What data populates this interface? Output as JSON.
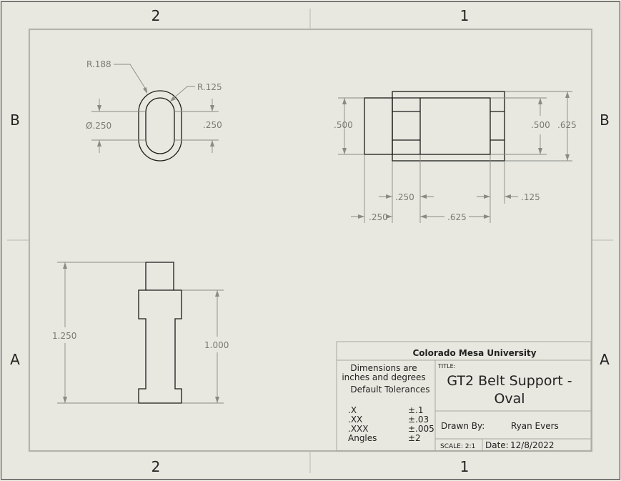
{
  "zones": {
    "top": [
      "2",
      "1"
    ],
    "bottom": [
      "2",
      "1"
    ],
    "left": [
      "B",
      "A"
    ],
    "right": [
      "B",
      "A"
    ]
  },
  "dimensions": {
    "top_view": {
      "outer_radius": "R.188",
      "inner_radius": "R.125",
      "diameter": "Ø.250",
      "height": ".250"
    },
    "side_view": {
      "left_height": ".500",
      "inner_height": ".500",
      "outer_height": ".625",
      "step_width": ".250",
      "small_width": ".125",
      "end_width": ".250",
      "middle_width": ".625"
    },
    "front_view": {
      "overall_height": "1.250",
      "body_height": "1.000"
    }
  },
  "title_block": {
    "organization": "Colorado Mesa University",
    "units_line1": "Dimensions are",
    "units_line2": "inches and degrees",
    "tolerance_heading": "Default Tolerances",
    "tolerances": [
      {
        "label": ".X",
        "value": "±.1"
      },
      {
        "label": ".XX",
        "value": "±.03"
      },
      {
        "label": ".XXX",
        "value": "±.005"
      },
      {
        "label": "Angles",
        "value": "±2"
      }
    ],
    "title_label": "TITLE:",
    "title_line1": "GT2 Belt Support -",
    "title_line2": "Oval",
    "drawn_by_label": "Drawn By:",
    "drawn_by": "Ryan Evers",
    "scale": "SCALE: 2:1",
    "date_label": "Date:",
    "date": "12/8/2022"
  }
}
